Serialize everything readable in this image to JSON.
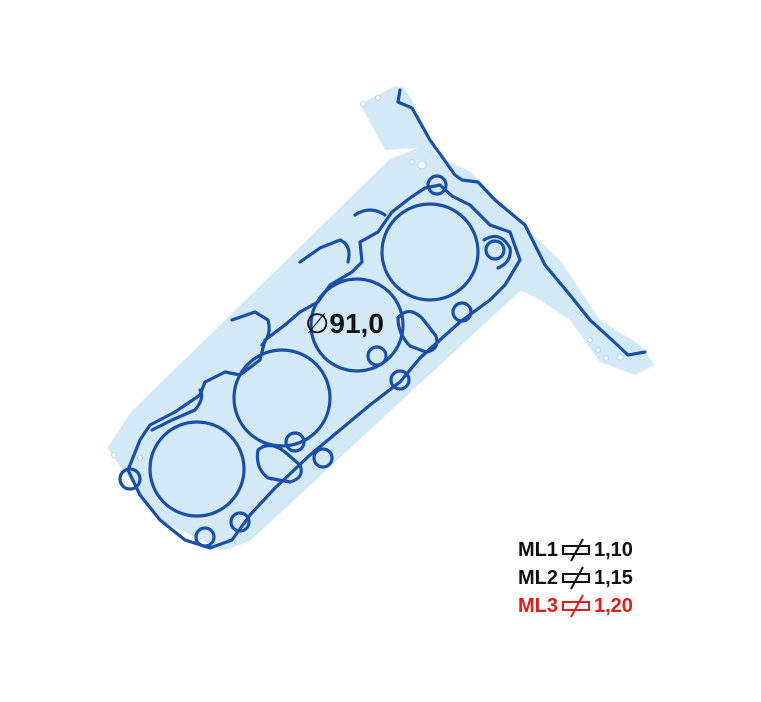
{
  "diagram": {
    "subject": "cylinder head gasket",
    "cylinders": 4,
    "bore_label": {
      "symbol": "∅",
      "value": "91,0"
    },
    "colors": {
      "gasket_fill": "#d4e9f6",
      "bead_line": "#1a4fa8",
      "background": "#ffffff"
    }
  },
  "specs": [
    {
      "layer": "ML1",
      "thickness": "1,10",
      "color": "#111111"
    },
    {
      "layer": "ML2",
      "thickness": "1,15",
      "color": "#111111"
    },
    {
      "layer": "ML3",
      "thickness": "1,20",
      "color": "#e51b1b"
    }
  ]
}
